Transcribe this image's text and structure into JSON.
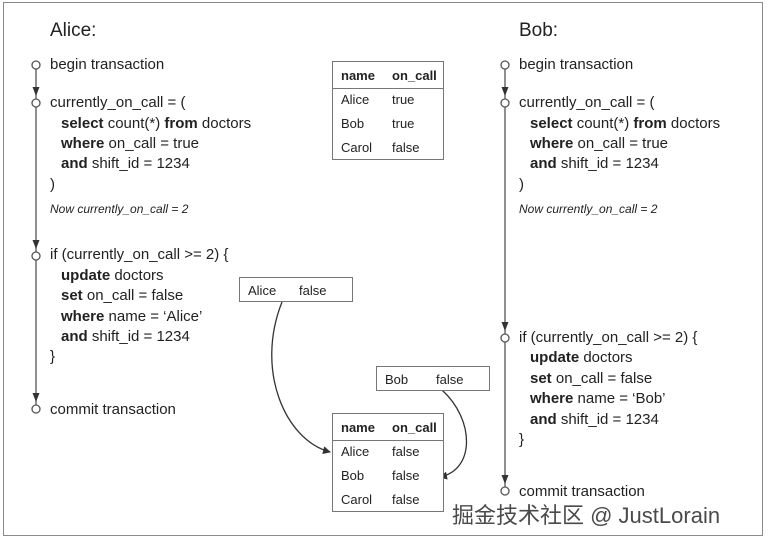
{
  "alice": {
    "name": "Alice:",
    "begin": "begin transaction",
    "query_open": "currently_on_call = (",
    "select_kw": "select",
    "select_rest": " count(*) ",
    "from_kw": "from",
    "from_rest": " doctors",
    "where_kw": "where",
    "where_rest": " on_call = true",
    "and_kw": "and",
    "and_rest": " shift_id = 1234",
    "close_paren": ")",
    "note": "Now currently_on_call = 2",
    "if_line": "if (currently_on_call >= 2) {",
    "update_kw": "update",
    "update_rest": " doctors",
    "set_kw": "set",
    "set_rest": " on_call = false",
    "where2_kw": "where",
    "where2_rest": " name = ‘Alice’",
    "and2_kw": "and",
    "and2_rest": " shift_id = 1234",
    "close_brace": "}",
    "commit": "commit transaction"
  },
  "bob": {
    "name": "Bob:",
    "begin": "begin transaction",
    "query_open": "currently_on_call = (",
    "select_kw": "select",
    "select_rest": " count(*) ",
    "from_kw": "from",
    "from_rest": " doctors",
    "where_kw": "where",
    "where_rest": " on_call = true",
    "and_kw": "and",
    "and_rest": " shift_id = 1234",
    "close_paren": ")",
    "note": "Now currently_on_call = 2",
    "if_line": "if (currently_on_call >= 2) {",
    "update_kw": "update",
    "update_rest": " doctors",
    "set_kw": "set",
    "set_rest": " on_call = false",
    "where2_kw": "where",
    "where2_rest": " name = ‘Bob’",
    "and2_kw": "and",
    "and2_rest": " shift_id = 1234",
    "close_brace": "}",
    "commit": "commit transaction"
  },
  "table_before": {
    "headers": [
      "name",
      "on_call"
    ],
    "rows": [
      [
        "Alice",
        "true"
      ],
      [
        "Bob",
        "true"
      ],
      [
        "Carol",
        "false"
      ]
    ]
  },
  "table_after": {
    "headers": [
      "name",
      "on_call"
    ],
    "rows": [
      [
        "Alice",
        "false"
      ],
      [
        "Bob",
        "false"
      ],
      [
        "Carol",
        "false"
      ]
    ]
  },
  "alice_write": {
    "name": "Alice",
    "value": "false"
  },
  "bob_write": {
    "name": "Bob",
    "value": "false"
  },
  "watermark": "掘金技术社区 @ JustLorain"
}
